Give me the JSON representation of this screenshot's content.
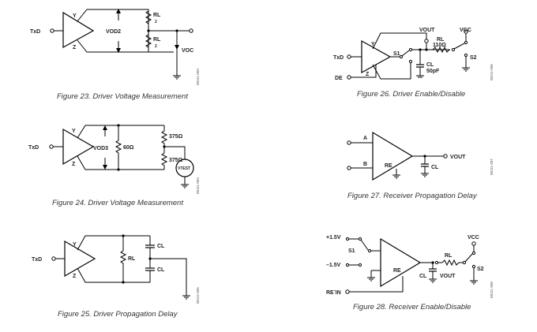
{
  "figures": {
    "fig23": {
      "caption": "Figure 23. Driver Voltage Measurement",
      "side_code": "08111-003",
      "labels": {
        "input": "TxD",
        "y": "Y",
        "z": "Z",
        "vod": "VOD2",
        "rl": "RL",
        "rl_half": "2",
        "voc": "VOC"
      }
    },
    "fig24": {
      "caption": "Figure 24. Driver Voltage Measurement",
      "side_code": "08111-004",
      "labels": {
        "input": "TxD",
        "y": "Y",
        "z": "Z",
        "vod": "VOD3",
        "r60": "60Ω",
        "r375a": "375Ω",
        "r375b": "375Ω",
        "vtest": "VTEST"
      }
    },
    "fig25": {
      "caption": "Figure 25. Driver Propagation Delay",
      "side_code": "08111-005",
      "labels": {
        "input": "TxD",
        "y": "Y",
        "z": "Z",
        "rl": "RL",
        "cl_top": "CL",
        "cl_bot": "CL"
      }
    },
    "fig26": {
      "caption": "Figure 26. Driver Enable/Disable",
      "side_code": "08111-006",
      "labels": {
        "txd": "TxD",
        "de": "DE",
        "y": "Y",
        "z": "Z",
        "s1": "S1",
        "s2": "S2",
        "vout": "VOUT",
        "vcc": "VCC",
        "rl": "RL",
        "rl_val": "110Ω",
        "cl": "CL",
        "cl_val": "50pF"
      }
    },
    "fig27": {
      "caption": "Figure 27. Receiver Propagation Delay",
      "side_code": "08111-007",
      "labels": {
        "a": "A",
        "b": "B",
        "re": "RE",
        "vout": "VOUT",
        "cl": "CL"
      }
    },
    "fig28": {
      "caption": "Figure 28. Receiver Enable/Disable",
      "side_code": "08111-008",
      "labels": {
        "p15": "+1.5V",
        "m15": "–1.5V",
        "s1": "S1",
        "s2": "S2",
        "vcc": "VCC",
        "rl": "RL",
        "re": "RE",
        "cl": "CL",
        "vout": "VOUT",
        "re_in": "RE IN"
      }
    }
  }
}
